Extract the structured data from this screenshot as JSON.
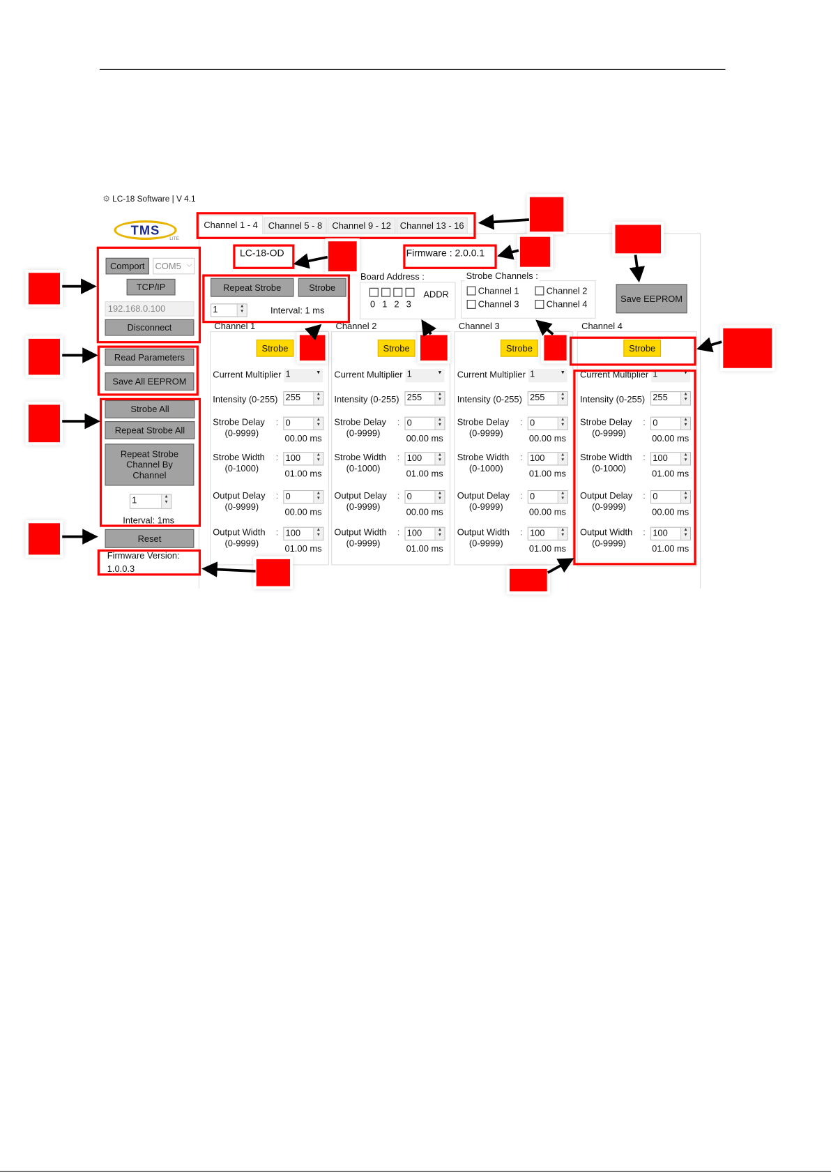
{
  "window_title": "LC-18 Software | V 4.1",
  "logo": {
    "text": "TMS",
    "subtext": "LITE"
  },
  "tabs": [
    {
      "label": "Channel 1 - 4",
      "selected": true
    },
    {
      "label": "Channel 5 - 8",
      "selected": false
    },
    {
      "label": "Channel 9 - 12",
      "selected": false
    },
    {
      "label": "Channel 13 - 16",
      "selected": false
    }
  ],
  "left_panel": {
    "comport_button": "Comport",
    "com_port": "COM5",
    "tcpip_button": "TCP/IP",
    "ip_address": "192.168.0.100",
    "disconnect_button": "Disconnect",
    "read_parameters_button": "Read Parameters",
    "save_all_eeprom_button": "Save All EEPROM",
    "strobe_all_button": "Strobe All",
    "repeat_strobe_all_button": "Repeat Strobe All",
    "repeat_strobe_cbc_button": "Repeat Strobe Channel By Channel",
    "interval_value": "1",
    "interval_label": "Interval: 1ms",
    "reset_button": "Reset",
    "firmware_version_label": "Firmware Version:",
    "firmware_version": "1.0.0.3"
  },
  "header": {
    "model": "LC-18-OD",
    "firmware": "Firmware : 2.0.0.1",
    "repeat_strobe_button": "Repeat Strobe",
    "strobe_button": "Strobe",
    "repeat_count": "1",
    "interval_label": "Interval: 1 ms",
    "board_address": {
      "title": "Board Address :",
      "bits": [
        "0",
        "1",
        "2",
        "3"
      ],
      "addr_label": "ADDR"
    },
    "strobe_channels": {
      "title": "Strobe Channels :",
      "channels": [
        "Channel 1",
        "Channel 2",
        "Channel 3",
        "Channel 4"
      ]
    },
    "save_eeprom_button": "Save EEPROM"
  },
  "field_labels": {
    "strobe": "Strobe",
    "current_multiplier": "Current Multiplier",
    "intensity": "Intensity (0-255)",
    "strobe_delay": "Strobe Delay",
    "strobe_delay_range": "(0-9999)",
    "strobe_width": "Strobe Width",
    "strobe_width_range": "(0-1000)",
    "output_delay": "Output Delay",
    "output_delay_range": "(0-9999)",
    "output_width": "Output Width",
    "output_width_range": "(0-9999)"
  },
  "channels": [
    {
      "title": "Channel 1",
      "current_multiplier": "1",
      "intensity": "255",
      "strobe_delay": "0",
      "strobe_delay_ms": "00.00 ms",
      "strobe_width": "100",
      "strobe_width_ms": "01.00 ms",
      "output_delay": "0",
      "output_delay_ms": "00.00 ms",
      "output_width": "100",
      "output_width_ms": "01.00 ms"
    },
    {
      "title": "Channel 2",
      "current_multiplier": "1",
      "intensity": "255",
      "strobe_delay": "0",
      "strobe_delay_ms": "00.00 ms",
      "strobe_width": "100",
      "strobe_width_ms": "01.00 ms",
      "output_delay": "0",
      "output_delay_ms": "00.00 ms",
      "output_width": "100",
      "output_width_ms": "01.00 ms"
    },
    {
      "title": "Channel 3",
      "current_multiplier": "1",
      "intensity": "255",
      "strobe_delay": "0",
      "strobe_delay_ms": "00.00 ms",
      "strobe_width": "100",
      "strobe_width_ms": "01.00 ms",
      "output_delay": "0",
      "output_delay_ms": "00.00 ms",
      "output_width": "100",
      "output_width_ms": "01.00 ms"
    },
    {
      "title": "Channel 4",
      "current_multiplier": "1",
      "intensity": "255",
      "strobe_delay": "0",
      "strobe_delay_ms": "00.00 ms",
      "strobe_width": "100",
      "strobe_width_ms": "01.00 ms",
      "output_delay": "0",
      "output_delay_ms": "00.00 ms",
      "output_width": "100",
      "output_width_ms": "01.00 ms"
    }
  ],
  "colors": {
    "annotation": "#ff0000",
    "strobe_button": "#ffd800",
    "button": "#a2a2a2"
  }
}
